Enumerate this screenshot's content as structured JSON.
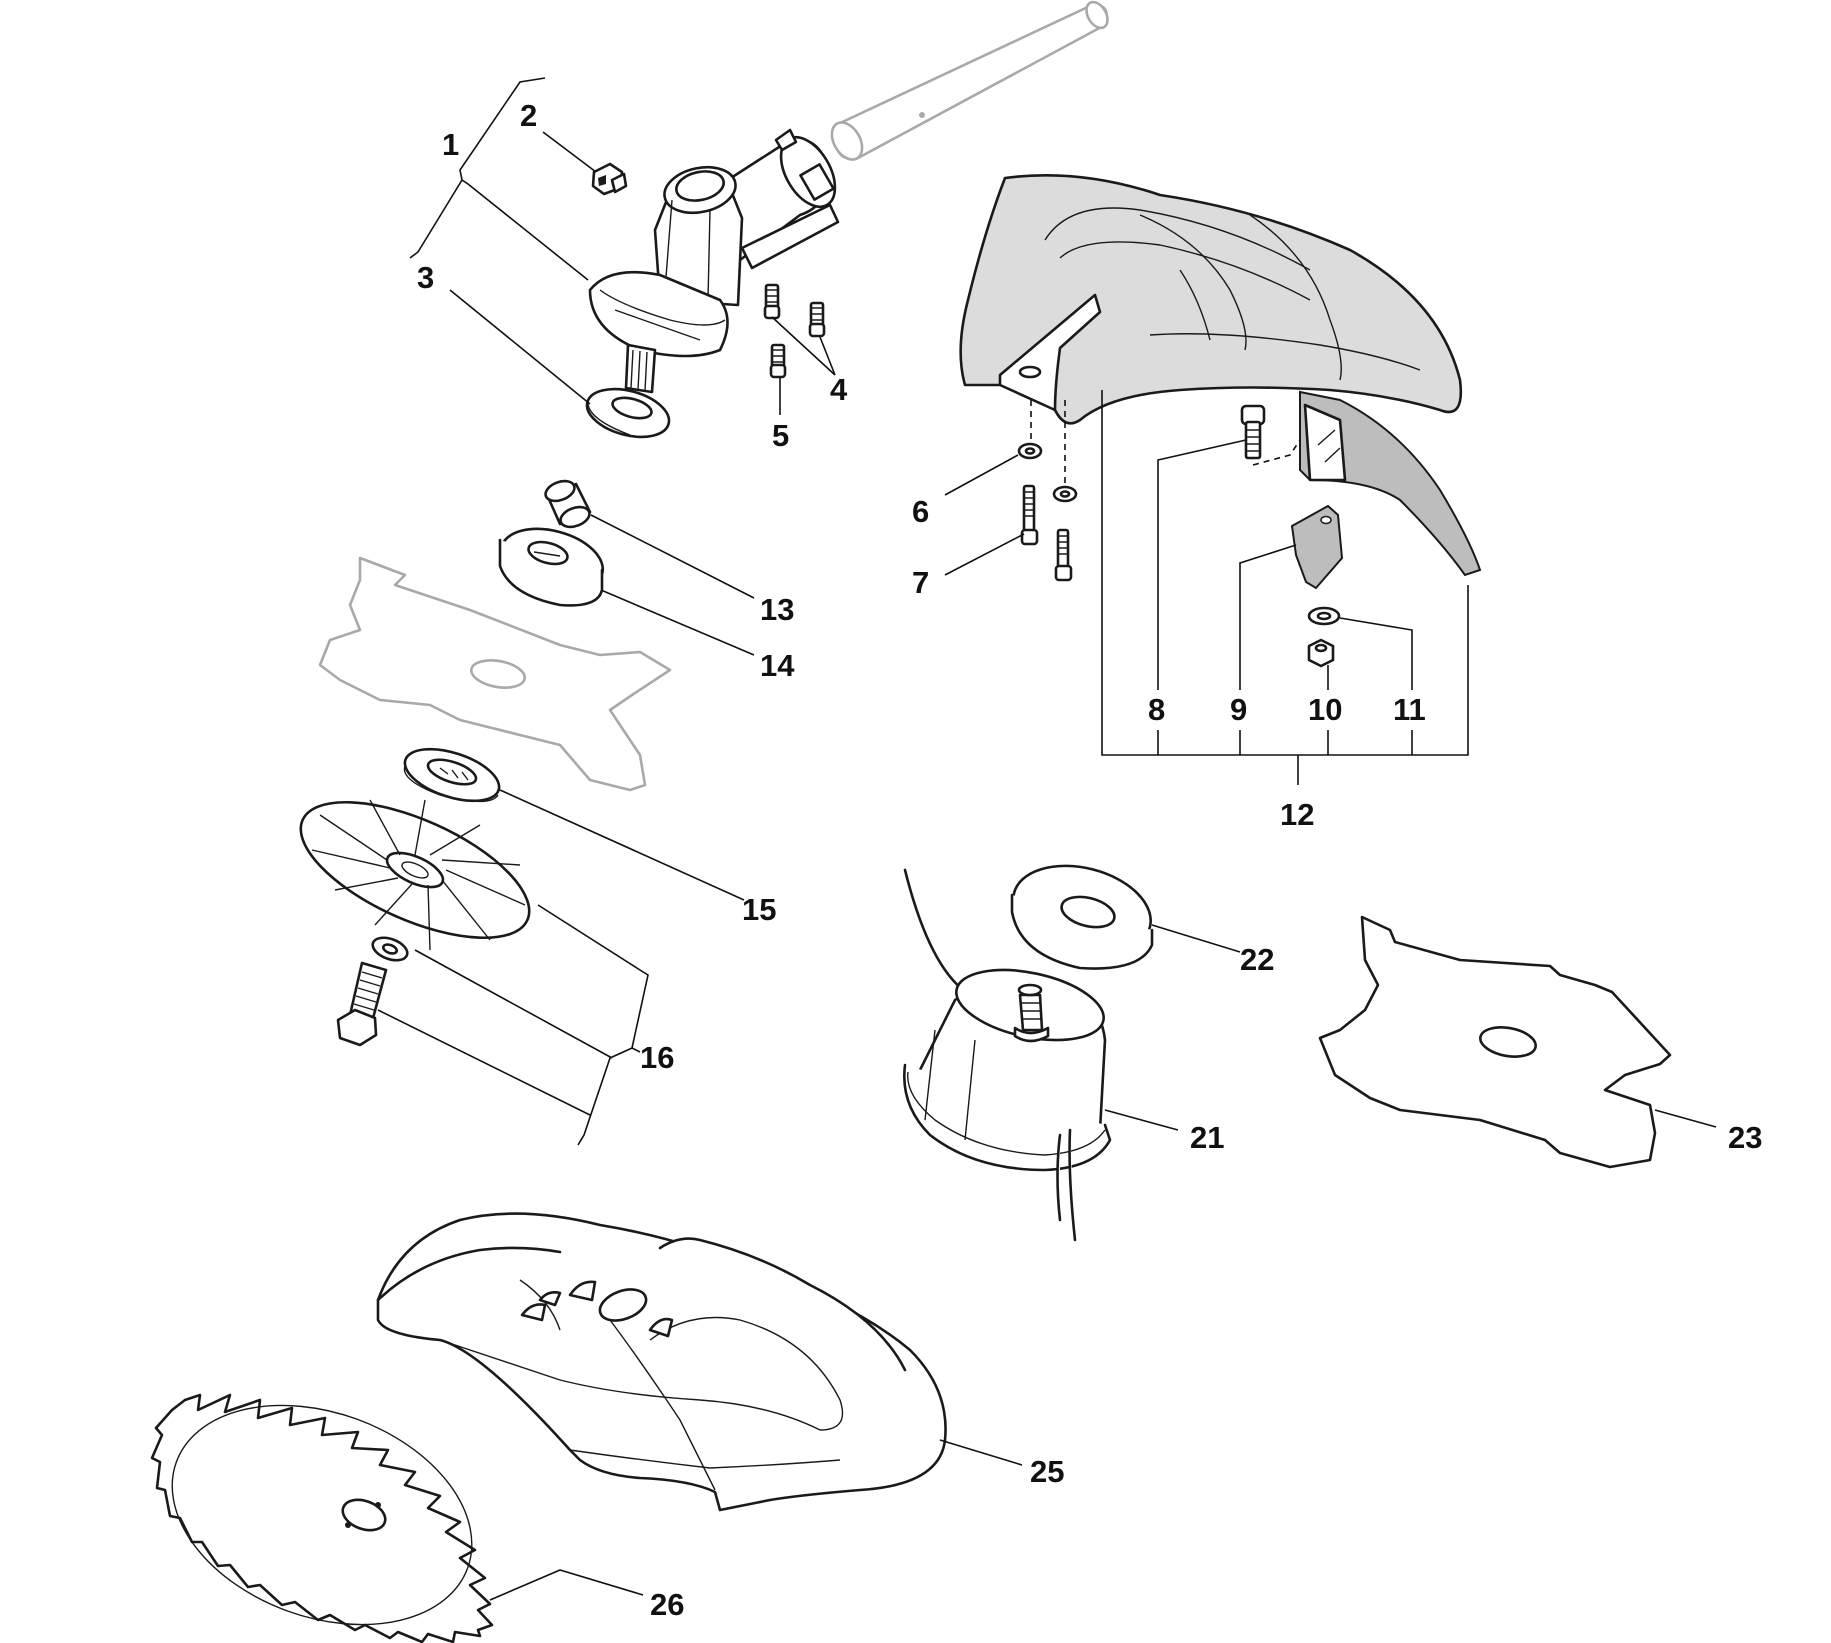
{
  "callouts": [
    {
      "id": "1",
      "label": "1"
    },
    {
      "id": "2",
      "label": "2"
    },
    {
      "id": "3",
      "label": "3"
    },
    {
      "id": "4",
      "label": "4"
    },
    {
      "id": "5",
      "label": "5"
    },
    {
      "id": "6",
      "label": "6"
    },
    {
      "id": "7",
      "label": "7"
    },
    {
      "id": "8",
      "label": "8"
    },
    {
      "id": "9",
      "label": "9"
    },
    {
      "id": "10",
      "label": "10"
    },
    {
      "id": "11",
      "label": "11"
    },
    {
      "id": "12",
      "label": "12"
    },
    {
      "id": "13",
      "label": "13"
    },
    {
      "id": "14",
      "label": "14"
    },
    {
      "id": "15",
      "label": "15"
    },
    {
      "id": "16",
      "label": "16"
    },
    {
      "id": "21",
      "label": "21"
    },
    {
      "id": "22",
      "label": "22"
    },
    {
      "id": "23",
      "label": "23"
    },
    {
      "id": "25",
      "label": "25"
    },
    {
      "id": "26",
      "label": "26"
    }
  ]
}
